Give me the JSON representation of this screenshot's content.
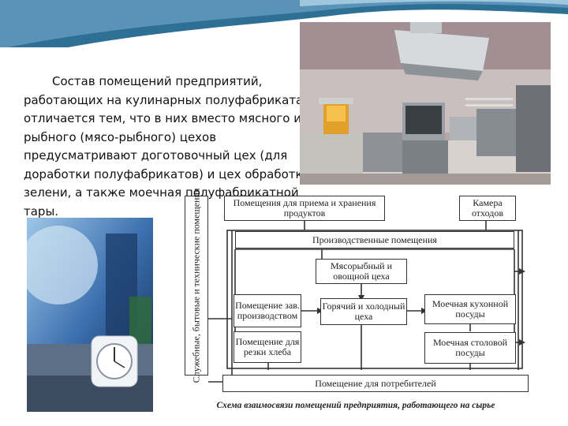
{
  "intro": {
    "text": "Состав помещений предприятий, работающих на кулинарных полуфабрикатах, отличается тем, что в них вместо мясного и рыбного (мясо-рыбного) цехов предусматривают доготовочный цех (для доработки полуфабрикатов) и цех обработки зелени, а также моечная полуфабрикатной тары."
  },
  "diagram": {
    "side_box": "Служебные, бытовые и технические помещения",
    "reception": "Помещения для приема и хранения продуктов",
    "waste": "Камера отходов",
    "production": "Производственные помещения",
    "meat_fish": "Мясорыбный и овощной цеха",
    "bakery_room": "Помещение зав. производством",
    "hot_cold": "Горячий и холодный цеха",
    "kitchen_wash": "Моечная кухонной посуды",
    "bread_room": "Помещение для резки хлеба",
    "table_wash": "Моечная столовой посуды",
    "consumers": "Помещение для потребителей",
    "caption": "Схема взаимосвязи помещений предприятия, работающего на сырье"
  },
  "colors": {
    "wave_dark": "#2e6f96",
    "wave_light": "#9fc7dd",
    "line": "#333333"
  }
}
